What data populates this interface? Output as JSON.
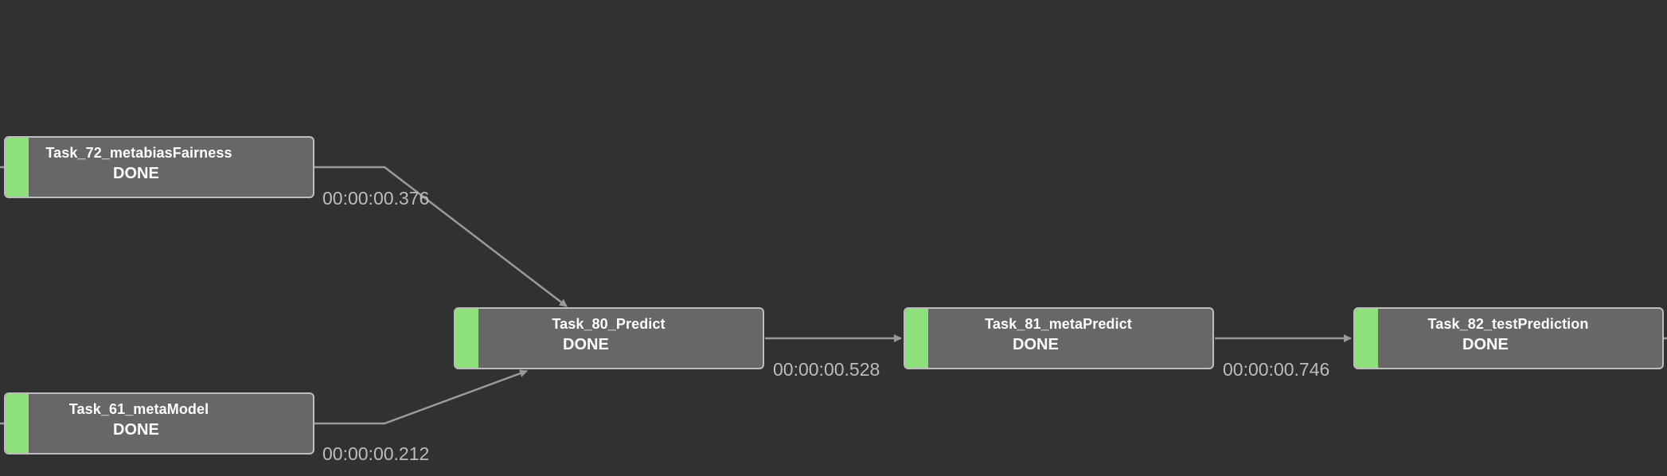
{
  "nodes": [
    {
      "id": "Task_72_metabiasFairness",
      "label": "Task_72_metabiasFairness",
      "status": "DONE"
    },
    {
      "id": "Task_61_metaModel",
      "label": "Task_61_metaModel",
      "status": "DONE"
    },
    {
      "id": "Task_80_Predict",
      "label": "Task_80_Predict",
      "status": "DONE"
    },
    {
      "id": "Task_81_metaPredict",
      "label": "Task_81_metaPredict",
      "status": "DONE"
    },
    {
      "id": "Task_82_testPrediction",
      "label": "Task_82_testPrediction",
      "status": "DONE"
    }
  ],
  "edges": [
    {
      "from": "Task_72_metabiasFairness",
      "to": "Task_80_Predict",
      "duration": "00:00:00.376"
    },
    {
      "from": "Task_61_metaModel",
      "to": "Task_80_Predict",
      "duration": "00:00:00.212"
    },
    {
      "from": "Task_80_Predict",
      "to": "Task_81_metaPredict",
      "duration": "00:00:00.528"
    },
    {
      "from": "Task_81_metaPredict",
      "to": "Task_82_testPrediction",
      "duration": "00:00:00.746"
    }
  ],
  "colors": {
    "background": "#313131",
    "node_fill": "#676767",
    "node_border": "#bdbdbd",
    "status_done": "#8ee07a",
    "edge": "#9a9a9a",
    "edge_label": "#bcbcbc"
  }
}
